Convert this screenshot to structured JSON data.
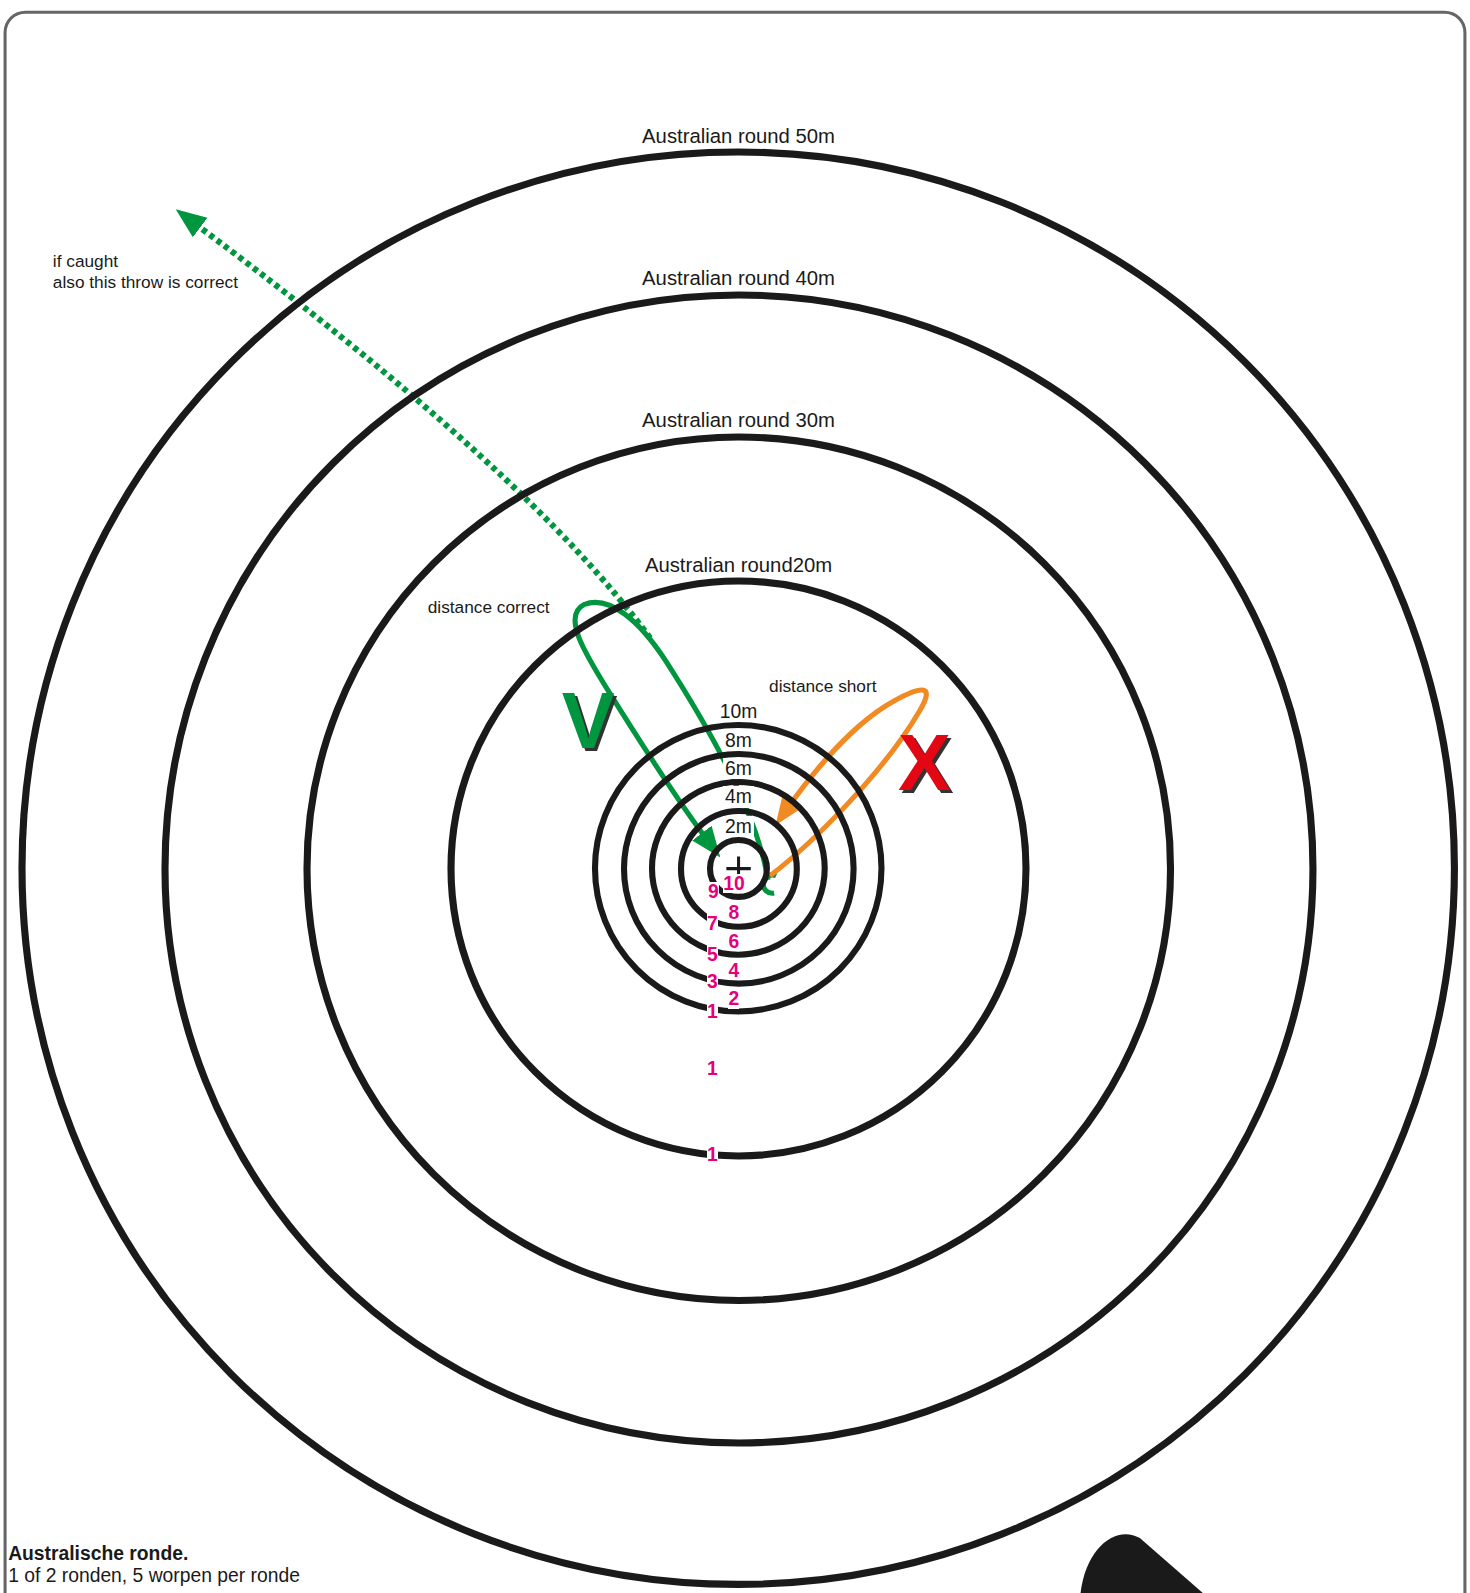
{
  "diagram": {
    "nodes": [
      {
        "text": [
          "Australian round 50m"
        ]
      },
      {
        "text": [
          "Australian round 40m"
        ],
        "in": 0
      },
      {
        "text": [
          "Australian round 30m"
        ],
        "in": 1
      },
      {
        "text": [
          "Australian round20m"
        ],
        "in": 2
      },
      {
        "text": [
          "10m"
        ],
        "in": 3
      },
      {
        "text": [
          "8m"
        ],
        "in": 4
      },
      {
        "text": [
          "6m"
        ],
        "in": 5
      },
      {
        "text": [
          "4m"
        ],
        "in": 6
      },
      {
        "text": [
          "2m"
        ],
        "in": 7
      }
    ],
    "labels": [
      "if caught",
      "also this throw is correct",
      "distance correct",
      "V",
      "distance short",
      "X",
      "10",
      "9",
      "8",
      "7",
      "6",
      "5",
      "4",
      "3",
      "2",
      "1",
      "1",
      "1",
      "Australische ronde.",
      "1 of 2 ronden, 5 worpen per ronde"
    ]
  }
}
